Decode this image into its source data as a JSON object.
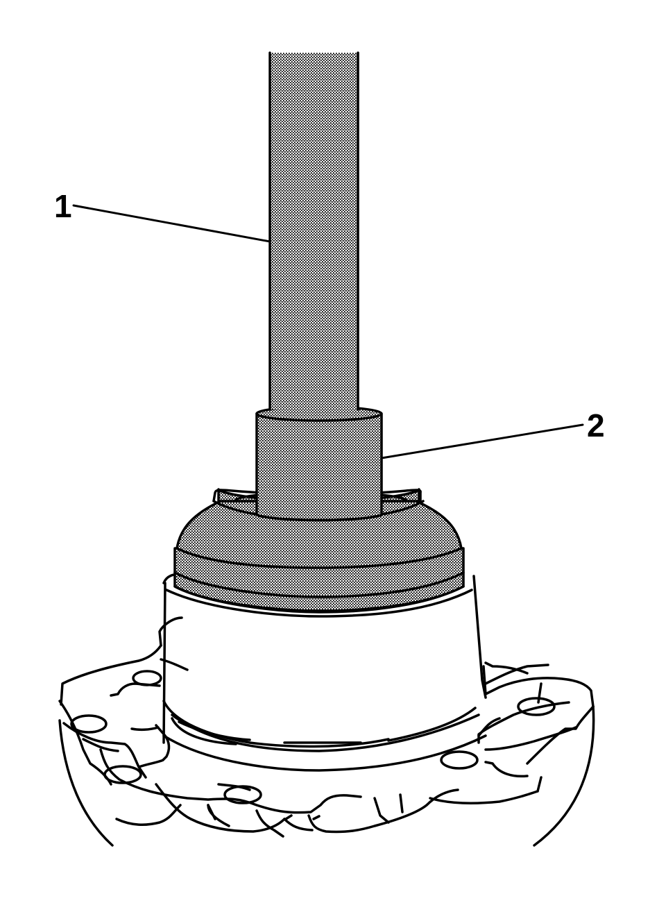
{
  "figure": {
    "description": "Technical illustration: press tool shaft and installer driving a seal/bearing into a wheel hub assembly",
    "colors": {
      "line": "#000000",
      "background": "#ffffff",
      "stipple": "#7a7a7a"
    }
  },
  "callouts": [
    {
      "id": "1",
      "label": "1",
      "target": "driver-handle-shaft"
    },
    {
      "id": "2",
      "label": "2",
      "target": "installer-adapter"
    }
  ]
}
